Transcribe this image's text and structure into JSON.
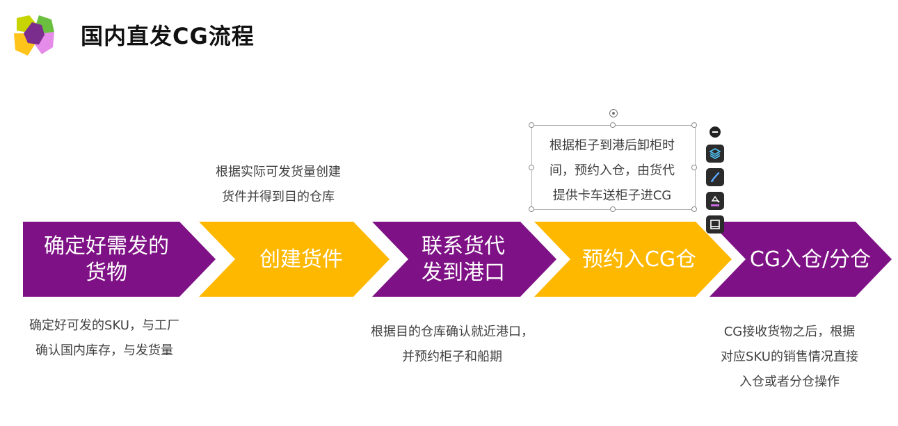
{
  "header": {
    "title": "国内直发CG流程"
  },
  "colors": {
    "purple": "#7E1185",
    "yellow": "#FFB800",
    "logo_green": "#6ABF3F",
    "logo_yellow_green": "#C8D400",
    "logo_purple": "#7B2D8E",
    "logo_pink": "#E58BE8",
    "logo_yellow": "#FFC41A"
  },
  "steps": [
    {
      "lines": [
        "确定好需发的",
        "货物"
      ],
      "color": "purple"
    },
    {
      "lines": [
        "创建货件"
      ],
      "color": "yellow"
    },
    {
      "lines": [
        "联系货代",
        "发到港口"
      ],
      "color": "purple"
    },
    {
      "lines": [
        "预约入CG仓"
      ],
      "color": "yellow"
    },
    {
      "lines": [
        "CG入仓/分仓"
      ],
      "color": "purple"
    }
  ],
  "notes": [
    {
      "lines": [
        "确定好可发的SKU，与工厂",
        "确认国内库存，与发货量"
      ]
    },
    {
      "lines": [
        "根据实际可发货量创建",
        "货件并得到目的仓库"
      ]
    },
    {
      "lines": [
        "根据目的仓库确认就近港口，",
        "并预约柜子和船期"
      ]
    },
    {
      "lines": [
        "根据柜子到港后卸柜时",
        "间，预约入仓，由货代",
        "提供卡车送柜子进CG"
      ]
    },
    {
      "lines": [
        "CG接收货物之后，根据",
        "对应SKU的销售情况直接",
        "入仓或者分仓操作"
      ]
    }
  ],
  "toolbar": {
    "icons": [
      "minus-icon",
      "layers-icon",
      "brush-icon",
      "fill-icon",
      "frame-icon"
    ]
  }
}
